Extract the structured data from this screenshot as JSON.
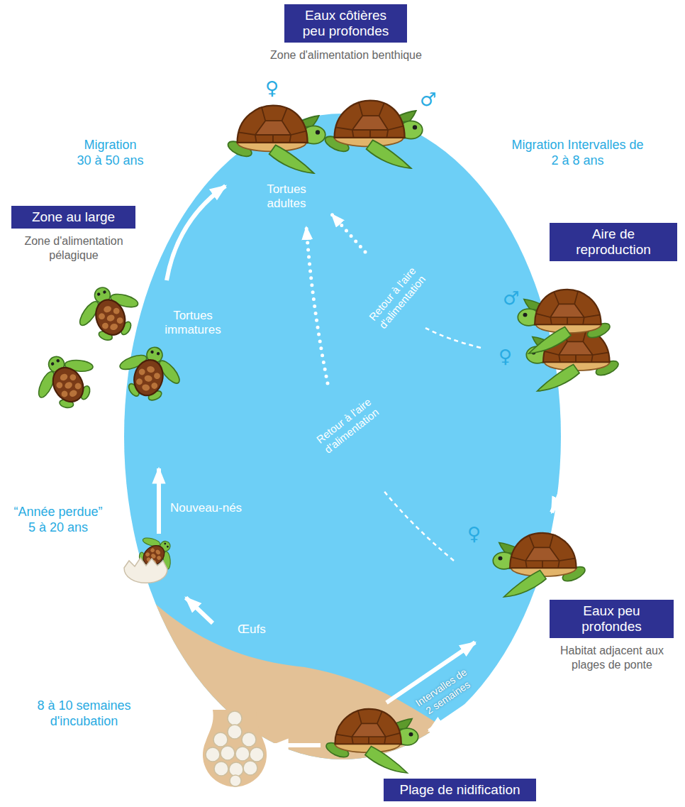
{
  "diagram": {
    "nodes": [
      {
        "text": [
          "Eaux côtières peu profondes",
          "Zone d'alimentation benthique"
        ]
      },
      {
        "text": [
          "Zone au large",
          "Zone d'alimentation pélagique"
        ]
      },
      {
        "text": [
          "Aire de reproduction"
        ]
      },
      {
        "text": [
          "Eaux peu profondes",
          "Habitat adjacent aux plages de ponte"
        ]
      },
      {
        "text": [
          "Plage de nidification"
        ]
      }
    ],
    "labels": [
      "♀",
      "♂",
      "Migration 30 à 50 ans",
      "Migration Intervalles de 2 à 8 ans",
      "Tortues adultes",
      "Tortues immatures",
      "♂",
      "♀",
      "Retour à l'aire d'alimentation",
      "Retour à l'aire d'alimentation",
      "♀",
      "“Année perdue” 5 à 20 ans",
      "Nouveau-nés",
      "Intervalles de 2 semaines",
      "Œufs",
      "8 à 10 semaines d'incubation"
    ]
  }
}
